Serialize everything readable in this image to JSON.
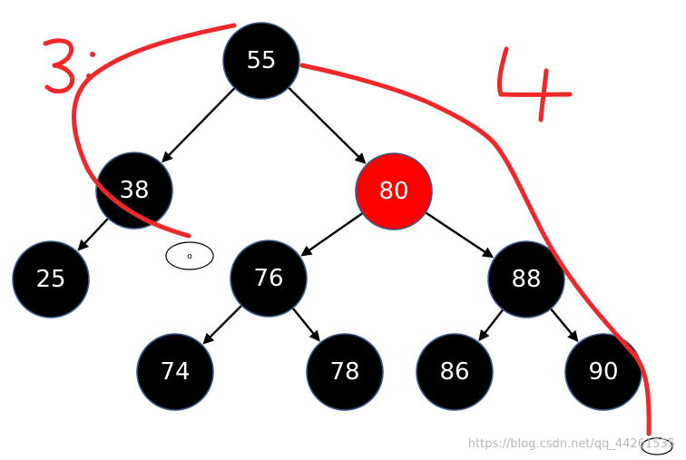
{
  "colors": {
    "node_black": "#000000",
    "node_red": "#ff0000",
    "annotation_red": "#f0282a",
    "edge": "#000000",
    "watermark": "#b8b8b8"
  },
  "tree": {
    "nodes": [
      {
        "id": "n55",
        "value": "55",
        "color": "black"
      },
      {
        "id": "n38",
        "value": "38",
        "color": "black"
      },
      {
        "id": "n80",
        "value": "80",
        "color": "red"
      },
      {
        "id": "n25",
        "value": "25",
        "color": "black"
      },
      {
        "id": "n76",
        "value": "76",
        "color": "black"
      },
      {
        "id": "n88",
        "value": "88",
        "color": "black"
      },
      {
        "id": "n74",
        "value": "74",
        "color": "black"
      },
      {
        "id": "n78",
        "value": "78",
        "color": "black"
      },
      {
        "id": "n86",
        "value": "86",
        "color": "black"
      },
      {
        "id": "n90",
        "value": "90",
        "color": "black"
      }
    ],
    "edges": [
      [
        "n55",
        "n38"
      ],
      [
        "n55",
        "n80"
      ],
      [
        "n38",
        "n25"
      ],
      [
        "n80",
        "n76"
      ],
      [
        "n80",
        "n88"
      ],
      [
        "n76",
        "n74"
      ],
      [
        "n76",
        "n78"
      ],
      [
        "n88",
        "n86"
      ],
      [
        "n88",
        "n90"
      ]
    ],
    "null_leaves": [
      {
        "id": "null-left",
        "label": "o"
      },
      {
        "id": "null-right",
        "label": ""
      }
    ]
  },
  "annotations": {
    "left_label": "3:",
    "right_label": "4"
  },
  "watermark": "https://blog.csdn.net/qq_44261535"
}
